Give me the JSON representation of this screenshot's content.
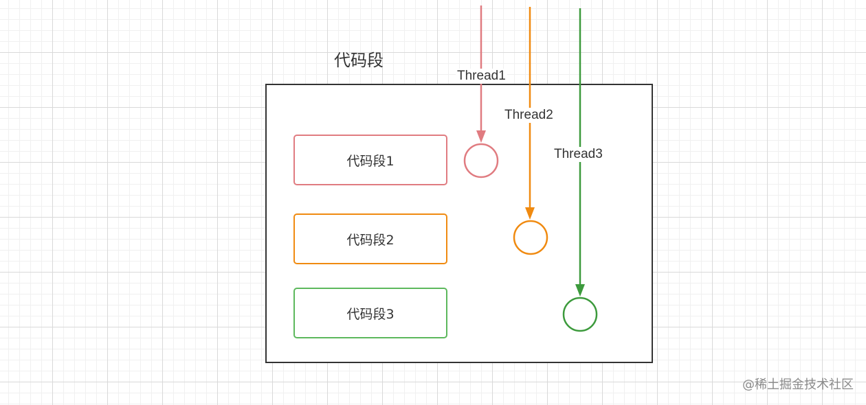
{
  "container": {
    "title": "代码段"
  },
  "segments": [
    {
      "label": "代码段1",
      "color": "#E07B80"
    },
    {
      "label": "代码段2",
      "color": "#F08A10"
    },
    {
      "label": "代码段3",
      "color": "#5CB85C"
    }
  ],
  "threads": [
    {
      "label": "Thread1",
      "color": "#E07B80"
    },
    {
      "label": "Thread2",
      "color": "#F08A10"
    },
    {
      "label": "Thread3",
      "color": "#3C9A3C"
    }
  ],
  "colors": {
    "box_border": "#333333",
    "grid": "#d9d9d9"
  },
  "watermark": "@稀土掘金技术社区"
}
